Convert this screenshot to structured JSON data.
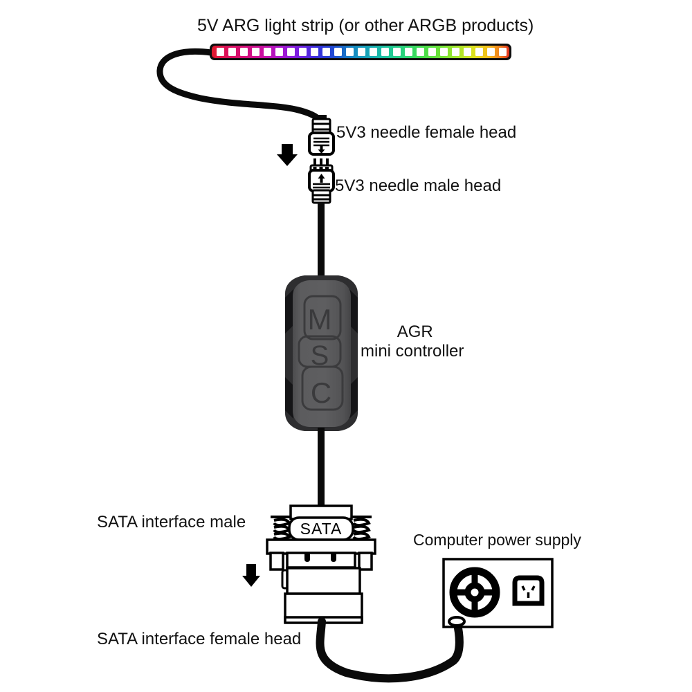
{
  "diagram": {
    "title": "5V ARG light strip (or other ARGB products)",
    "background_color": "#ffffff",
    "line_color": "#000000"
  },
  "labels": {
    "title": "5V ARG light strip (or other ARGB products)",
    "needle_female_head": "5V3 needle female head",
    "needle_male_head": "5V3 needle male head",
    "controller_line1": "AGR",
    "controller_line2": "mini controller",
    "sata_male": "SATA interface male",
    "sata_female": "SATA interface female head",
    "power_supply": "Computer power supply"
  },
  "light_strip": {
    "body_label": "",
    "led_count": 26,
    "strip_colors": [
      "#e01a2b",
      "#e0153f",
      "#dc1059",
      "#d40f78",
      "#c810a0",
      "#b313c4",
      "#9a18d8",
      "#7a1fe0",
      "#5426e2",
      "#3030dc",
      "#1f4ad2",
      "#1869c8",
      "#1489c0",
      "#16a7b6",
      "#1bbfa4",
      "#24cf86",
      "#33d964",
      "#4ade46",
      "#6ee236",
      "#95e62c",
      "#bbe726",
      "#dde01f",
      "#f2cb1b",
      "#f6a81a",
      "#f07c1c",
      "#e6461f"
    ],
    "led_color": "#ffffff"
  },
  "controller": {
    "buttons": [
      "M",
      "S",
      "C"
    ],
    "body_color": "#58585a",
    "edge_color": "#2f2f31",
    "button_outline_color": "#3c3c3e",
    "text_color": "#3a3a3c"
  },
  "sata_connector": {
    "text": "SATA",
    "fill": "#ffffff",
    "stroke": "#000000"
  },
  "power_supply": {
    "fan_icon": "fan-icon",
    "socket_icon": "ac-socket-icon",
    "box_fill": "#ffffff",
    "box_stroke": "#000000"
  },
  "arrows": {
    "needle_arrow": "down-arrow-icon",
    "sata_arrow": "down-arrow-icon",
    "female_head_inner_arrow": "down-arrow-icon",
    "male_head_inner_arrow": "up-arrow-icon"
  }
}
